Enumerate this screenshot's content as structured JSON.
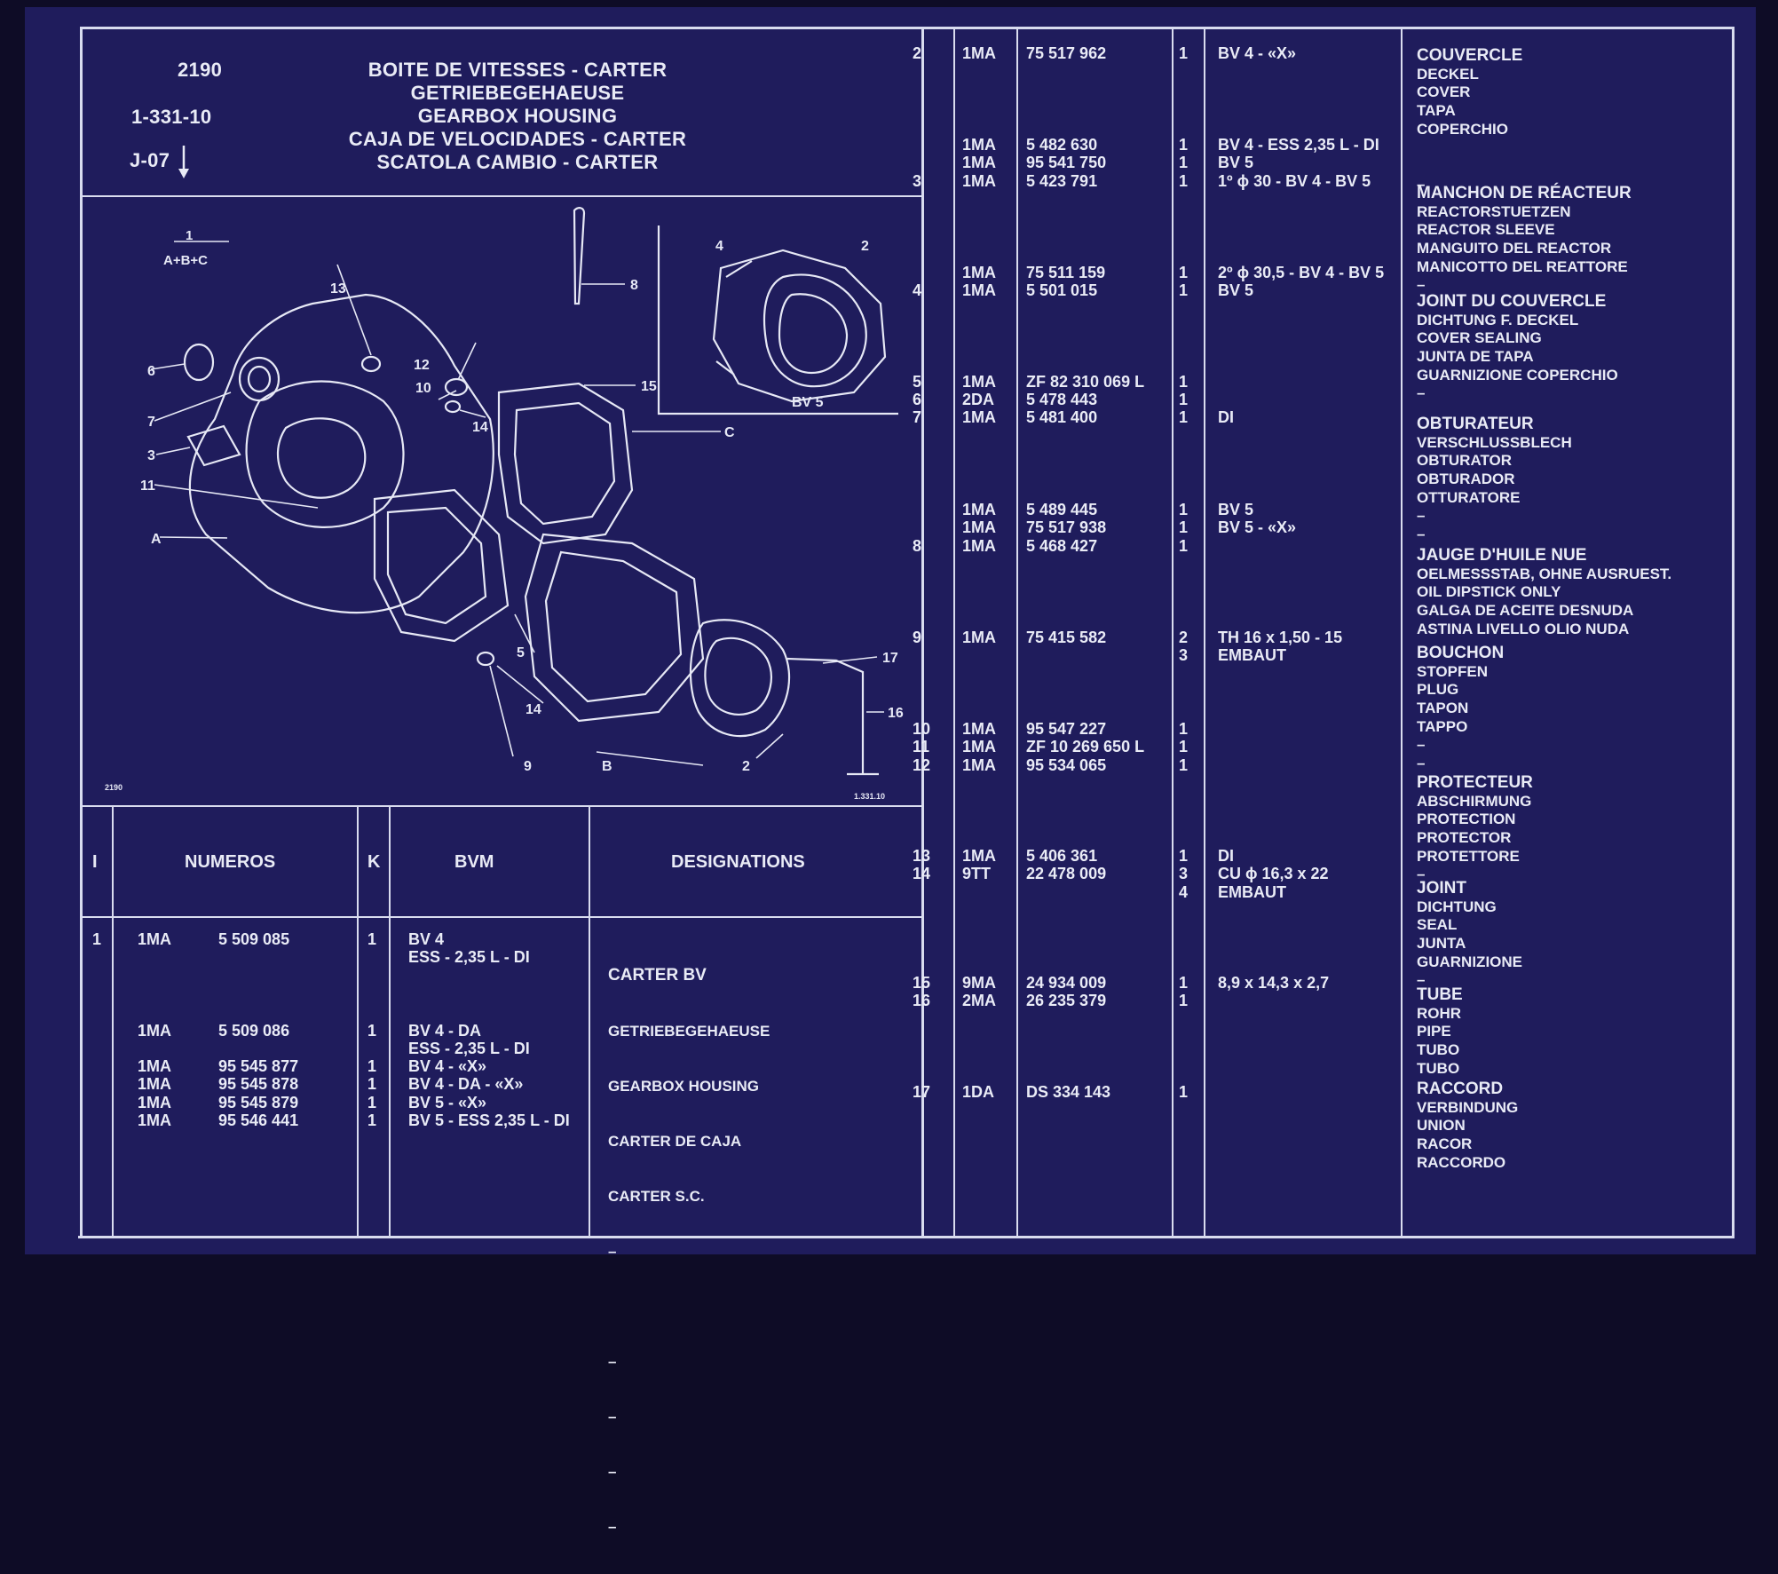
{
  "header": {
    "plate_number": "2190",
    "group_ref": "1-331-10",
    "date_ref": "J-07",
    "titles": [
      "BOITE DE VITESSES - CARTER",
      "GETRIEBEGEHAEUSE",
      "GEARBOX HOUSING",
      "CAJA DE VELOCIDADES - CARTER",
      "SCATOLA CAMBIO - CARTER"
    ]
  },
  "diagram": {
    "callouts": [
      "1",
      "A+B+C",
      "13",
      "8",
      "4",
      "2",
      "6",
      "12",
      "10",
      "14",
      "15",
      "7",
      "3",
      "11",
      "C",
      "A",
      "BV 5",
      "5",
      "17",
      "16",
      "14",
      "9",
      "B",
      "2"
    ],
    "small_labels": [
      "2190",
      "1.331.10"
    ]
  },
  "columns": {
    "item": "I",
    "numeros": "NUMEROS",
    "k": "K",
    "bvm": "BVM",
    "designations": "DESIGNATIONS"
  },
  "left_rows": [
    {
      "i": "1",
      "code": "1MA",
      "num": "5 509 085",
      "k": "1",
      "bvm": "BV 4"
    },
    {
      "i": "",
      "code": "",
      "num": "",
      "k": "",
      "bvm": "ESS - 2,35 L - DI"
    },
    {
      "i": "",
      "code": "1MA",
      "num": "5 509 086",
      "k": "1",
      "bvm": "BV 4 - DA"
    },
    {
      "i": "",
      "code": "",
      "num": "",
      "k": "",
      "bvm": "ESS - 2,35 L - DI"
    },
    {
      "i": "",
      "code": "1MA",
      "num": "95 545 877",
      "k": "1",
      "bvm": "BV 4 - «X»"
    },
    {
      "i": "",
      "code": "1MA",
      "num": "95 545 878",
      "k": "1",
      "bvm": "BV 4 - DA - «X»"
    },
    {
      "i": "",
      "code": "1MA",
      "num": "95 545 879",
      "k": "1",
      "bvm": "BV 5 - «X»"
    },
    {
      "i": "",
      "code": "1MA",
      "num": "95 546 441",
      "k": "1",
      "bvm": "BV 5 - ESS 2,35 L - DI"
    }
  ],
  "left_designation": [
    "CARTER BV",
    "GETRIEBEGEHAEUSE",
    "GEARBOX HOUSING",
    "CARTER DE CAJA",
    "CARTER S.C.",
    "–",
    "",
    "–",
    "–",
    "–",
    "–"
  ],
  "right_rows": [
    {
      "i": "2",
      "code": "1MA",
      "num": "75 517 962",
      "k": "1",
      "bvm": "BV 4 - «X»"
    },
    {
      "i": "",
      "code": "1MA",
      "num": "5 482 630",
      "k": "1",
      "bvm": "BV 4 - ESS 2,35 L - DI"
    },
    {
      "i": "",
      "code": "1MA",
      "num": "95 541 750",
      "k": "1",
      "bvm": "BV 5"
    },
    {
      "i": "3",
      "code": "1MA",
      "num": "5 423 791",
      "k": "1",
      "bvm": "1º ϕ 30 - BV 4 - BV 5"
    },
    {
      "i": "",
      "code": "1MA",
      "num": "75 511 159",
      "k": "1",
      "bvm": "2º ϕ 30,5 - BV 4 - BV 5"
    },
    {
      "i": "4",
      "code": "1MA",
      "num": "5 501 015",
      "k": "1",
      "bvm": "BV 5"
    },
    {
      "i": "5",
      "code": "1MA",
      "num": "ZF 82 310 069 L",
      "k": "1",
      "bvm": ""
    },
    {
      "i": "6",
      "code": "2DA",
      "num": "5 478 443",
      "k": "1",
      "bvm": ""
    },
    {
      "i": "7",
      "code": "1MA",
      "num": "5 481 400",
      "k": "1",
      "bvm": "DI"
    },
    {
      "i": "",
      "code": "1MA",
      "num": "5 489 445",
      "k": "1",
      "bvm": "BV 5"
    },
    {
      "i": "",
      "code": "1MA",
      "num": "75 517 938",
      "k": "1",
      "bvm": "BV 5 - «X»"
    },
    {
      "i": "8",
      "code": "1MA",
      "num": "5 468 427",
      "k": "1",
      "bvm": ""
    },
    {
      "i": "9",
      "code": "1MA",
      "num": "75 415 582",
      "k": "2",
      "bvm": "TH 16 x 1,50 - 15"
    },
    {
      "i": "",
      "code": "",
      "num": "",
      "k": "3",
      "bvm": "EMBAUT"
    },
    {
      "i": "10",
      "code": "1MA",
      "num": "95 547 227",
      "k": "1",
      "bvm": ""
    },
    {
      "i": "11",
      "code": "1MA",
      "num": "ZF 10 269 650 L",
      "k": "1",
      "bvm": ""
    },
    {
      "i": "12",
      "code": "1MA",
      "num": "95 534 065",
      "k": "1",
      "bvm": ""
    },
    {
      "i": "13",
      "code": "1MA",
      "num": "5 406 361",
      "k": "1",
      "bvm": "DI"
    },
    {
      "i": "14",
      "code": "9TT",
      "num": "22 478 009",
      "k": "3",
      "bvm": "CU ϕ 16,3 x 22"
    },
    {
      "i": "",
      "code": "",
      "num": "",
      "k": "4",
      "bvm": "EMBAUT"
    },
    {
      "i": "15",
      "code": "9MA",
      "num": "24 934 009",
      "k": "1",
      "bvm": "8,9 x 14,3 x 2,7"
    },
    {
      "i": "16",
      "code": "2MA",
      "num": "26 235 379",
      "k": "1",
      "bvm": ""
    },
    {
      "i": "17",
      "code": "1DA",
      "num": "DS 334 143",
      "k": "1",
      "bvm": ""
    }
  ],
  "right_designations": [
    [
      "COUVERCLE",
      "DECKEL",
      "COVER",
      "TAPA",
      "COPERCHIO",
      "",
      "",
      "–"
    ],
    [
      "MANCHON DE RÉACTEUR",
      "REACTORSTUETZEN",
      "REACTOR SLEEVE",
      "MANGUITO DEL REACTOR",
      "MANICOTTO DEL REATTORE",
      "–"
    ],
    [
      "JOINT DU COUVERCLE",
      "DICHTUNG F. DECKEL",
      "COVER SEALING",
      "JUNTA DE TAPA",
      "GUARNIZIONE COPERCHIO",
      "–"
    ],
    [
      "OBTURATEUR",
      "VERSCHLUSSBLECH",
      "OBTURATOR",
      "OBTURADOR",
      "OTTURATORE",
      "–",
      "–"
    ],
    [
      "JAUGE D'HUILE NUE",
      "OELMESSSTAB, OHNE AUSRUEST.",
      "OIL DIPSTICK ONLY",
      "GALGA DE ACEITE DESNUDA",
      "ASTINA LIVELLO OLIO NUDA"
    ],
    [
      "BOUCHON",
      "STOPFEN",
      "PLUG",
      "TAPON",
      "TAPPO",
      "–",
      "–"
    ],
    [
      "PROTECTEUR",
      "ABSCHIRMUNG",
      "PROTECTION",
      "PROTECTOR",
      "PROTETTORE",
      "–"
    ],
    [
      "JOINT",
      "DICHTUNG",
      "SEAL",
      "JUNTA",
      "GUARNIZIONE",
      "–"
    ],
    [
      "TUBE",
      "ROHR",
      "PIPE",
      "TUBO",
      "TUBO"
    ],
    [
      "RACCORD",
      "VERBINDUNG",
      "UNION",
      "RACOR",
      "RACCORDO"
    ]
  ],
  "colors": {
    "sheet_blue": "#1f1c5c",
    "line_white": "#d9dcef",
    "border_dark": "#0e0c26"
  }
}
